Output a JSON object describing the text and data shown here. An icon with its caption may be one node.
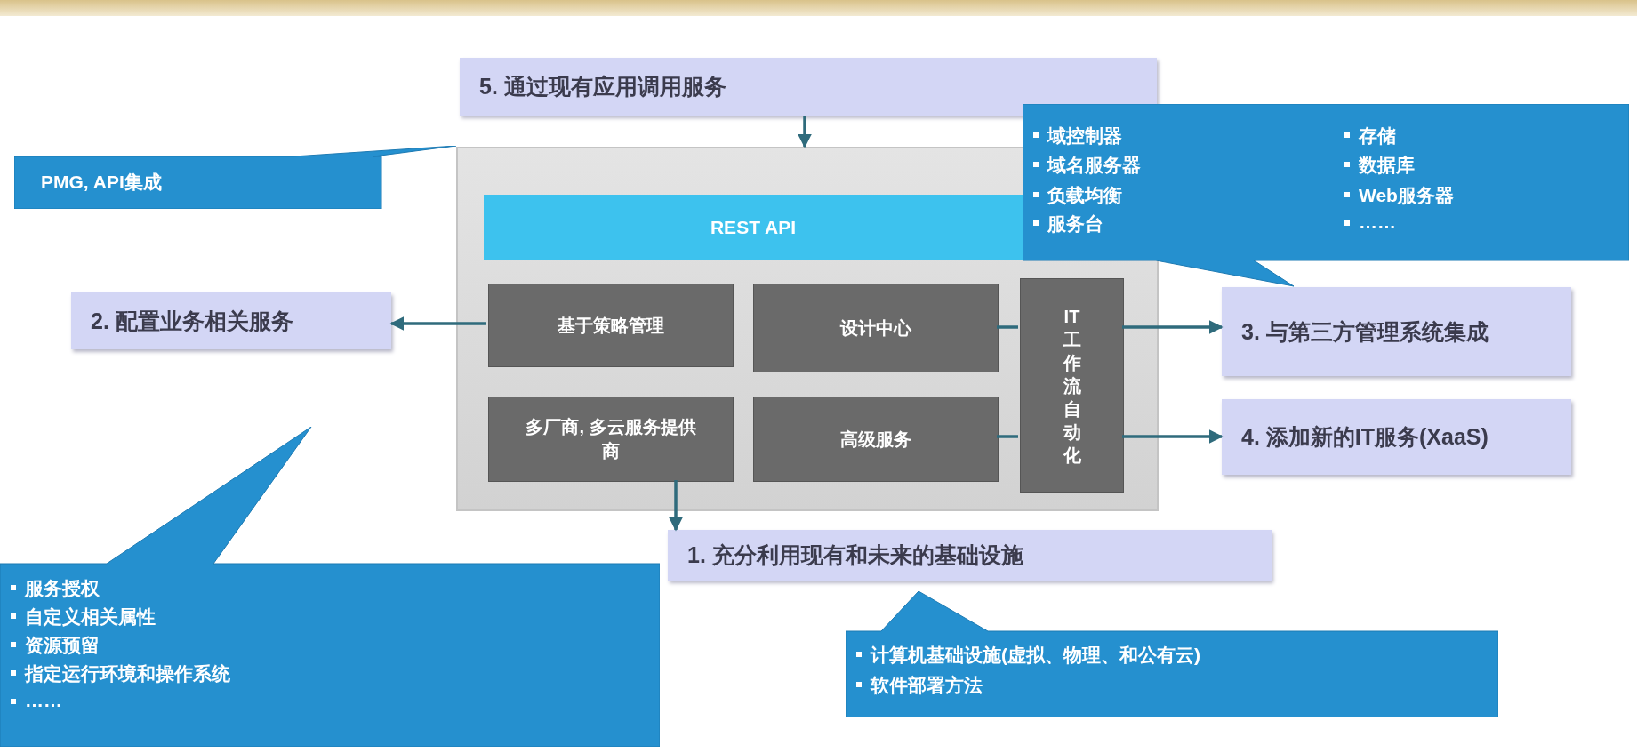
{
  "diagram": {
    "nodes": [
      {
        "text": [],
        "shape": "box"
      },
      {
        "text": [
          "5. 通过现有应用调用服务"
        ]
      },
      {
        "text": [
          "REST API"
        ],
        "in": 0
      },
      {
        "text": [
          "基于策略管理"
        ],
        "in": 0
      },
      {
        "text": [
          "设计中心"
        ],
        "in": 0
      },
      {
        "text": [
          "多厂商, 多云服务提供商"
        ],
        "in": 0
      },
      {
        "text": [
          "高级服务"
        ],
        "in": 0
      },
      {
        "text": [
          "IT 工作流自动化"
        ],
        "in": 0
      },
      {
        "text": [
          "2. 配置业务相关服务"
        ]
      },
      {
        "text": [
          "3. 与第三方管理系统集成"
        ]
      },
      {
        "text": [
          "4. 添加新的IT服务(XaaS)"
        ]
      },
      {
        "text": [
          "1. 充分利用现有和未来的基础设施"
        ]
      },
      {
        "text": [
          "PMG, API集成"
        ]
      },
      {
        "text": [
          "域控制器",
          "域名服务器",
          "负载均衡",
          "服务台",
          "存储",
          "数据库",
          "Web服务器",
          "……"
        ]
      },
      {
        "text": [
          "服务授权",
          "自定义相关属性",
          "资源预留",
          "指定运行环境和操作系统",
          "……"
        ]
      },
      {
        "text": [
          "计算机基础设施(虚拟、物理、和公有云)",
          "软件部署方法"
        ]
      }
    ],
    "edges": [
      {
        "from": 1,
        "to": 0,
        "arrow": "to"
      },
      {
        "from": 3,
        "to": 8,
        "arrow": "to"
      },
      {
        "from": 4,
        "to": 7,
        "arrow": "none"
      },
      {
        "from": 7,
        "to": 9,
        "arrow": "to"
      },
      {
        "from": 6,
        "to": 7,
        "arrow": "none"
      },
      {
        "from": 7,
        "to": 10,
        "arrow": "to"
      },
      {
        "from": 5,
        "to": 11,
        "arrow": "to"
      }
    ]
  }
}
